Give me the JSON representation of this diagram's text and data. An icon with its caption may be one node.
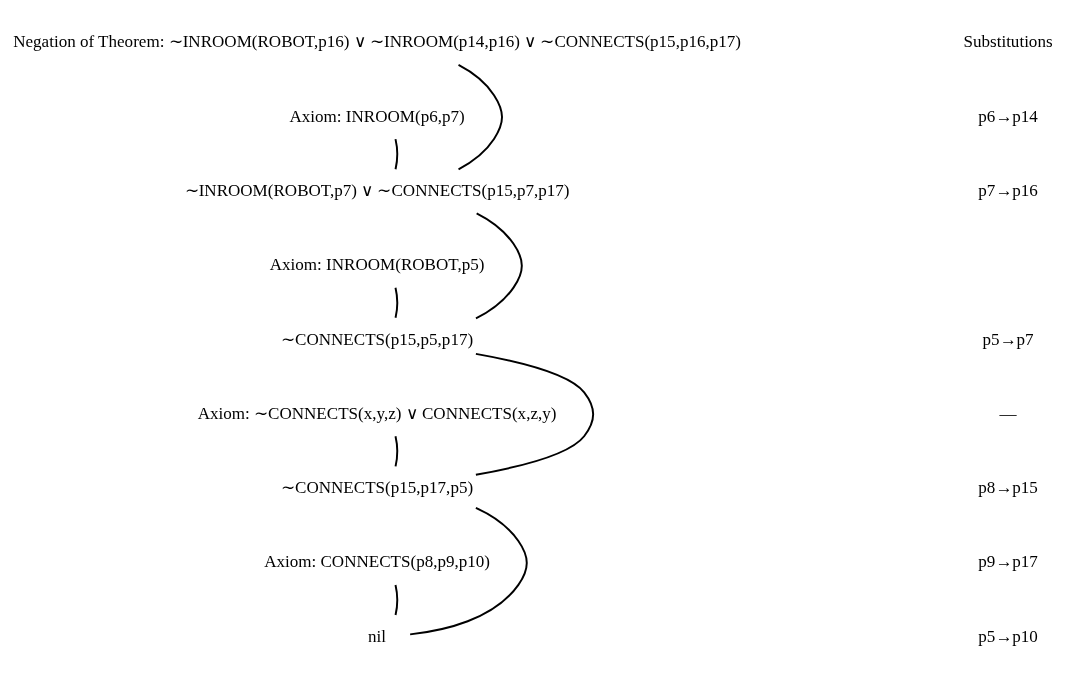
{
  "diagram": {
    "nodes": [
      {
        "text": [
          "Negation of Theorem: ∼INROOM(ROBOT,p16) ∨ ∼INROOM(p14,p16) ∨ ∼CONNECTS(p15,p16,p17)"
        ]
      },
      {
        "text": [
          "Axiom: INROOM(p6,p7)"
        ]
      },
      {
        "text": [
          "∼INROOM(ROBOT,p7) ∨ ∼CONNECTS(p15,p7,p17)"
        ]
      },
      {
        "text": [
          "Axiom: INROOM(ROBOT,p5)"
        ]
      },
      {
        "text": [
          "∼CONNECTS(p15,p5,p17)"
        ]
      },
      {
        "text": [
          "Axiom: ∼CONNECTS(x,y,z) ∨ CONNECTS(x,z,y)"
        ]
      },
      {
        "text": [
          "∼CONNECTS(p15,p17,p5)"
        ]
      },
      {
        "text": [
          "Axiom: CONNECTS(p8,p9,p10)"
        ]
      },
      {
        "text": [
          "nil"
        ]
      }
    ],
    "edges": [
      {
        "from": 0,
        "to": 2,
        "arrow": "none"
      },
      {
        "from": 1,
        "to": 2,
        "arrow": "none"
      },
      {
        "from": 2,
        "to": 4,
        "arrow": "none"
      },
      {
        "from": 3,
        "to": 4,
        "arrow": "none"
      },
      {
        "from": 4,
        "to": 6,
        "arrow": "none"
      },
      {
        "from": 5,
        "to": 6,
        "arrow": "none"
      },
      {
        "from": 6,
        "to": 8,
        "arrow": "none"
      },
      {
        "from": 7,
        "to": 8,
        "arrow": "none"
      }
    ],
    "labels": [
      "Substitutions",
      "p6→p14",
      "p7→p16",
      "p5→p7",
      "—",
      "p8→p15",
      "p9→p17",
      "p5→p10"
    ]
  }
}
